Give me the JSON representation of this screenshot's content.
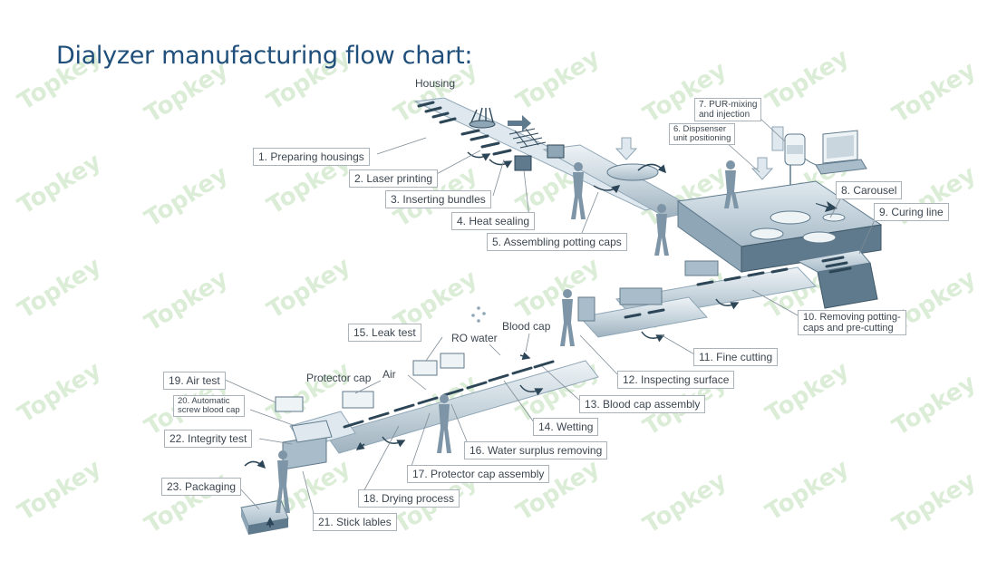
{
  "title": "Dialyzer manufacturing flow chart:",
  "watermark_text": "Topkey",
  "colors": {
    "title": "#1f4f7a",
    "machine": "#8fa6b6",
    "machine_dark": "#5f7a8c",
    "watermark": "#d8ecd3",
    "label_border": "#aab2ba"
  },
  "labels": {
    "housing": "Housing",
    "air": "Air",
    "ro_water": "RO water",
    "blood_cap": "Blood cap",
    "protector_cap": "Protector cap",
    "s1": "1. Preparing housings",
    "s2": "2. Laser printing",
    "s3": "3. Inserting bundles",
    "s4": "4. Heat sealing",
    "s5": "5. Assembling potting caps",
    "s6a": "6. Dispsenser",
    "s6b": "unit positioning",
    "s7a": "7. PUR-mixing",
    "s7b": "and injection",
    "s8": "8. Carousel",
    "s9": "9. Curing line",
    "s10a": "10. Removing potting-",
    "s10b": "caps and pre-cutting",
    "s11": "11. Fine cutting",
    "s12": "12. Inspecting surface",
    "s13": "13. Blood cap assembly",
    "s14": "14. Wetting",
    "s15": "15. Leak test",
    "s16": "16. Water surplus removing",
    "s17": "17. Protector cap assembly",
    "s18": "18. Drying process",
    "s19": "19. Air test",
    "s20a": "20. Automatic",
    "s20b": "screw blood cap",
    "s21": "21. Stick lables",
    "s22": "22. Integrity test",
    "s23": "23. Packaging"
  }
}
